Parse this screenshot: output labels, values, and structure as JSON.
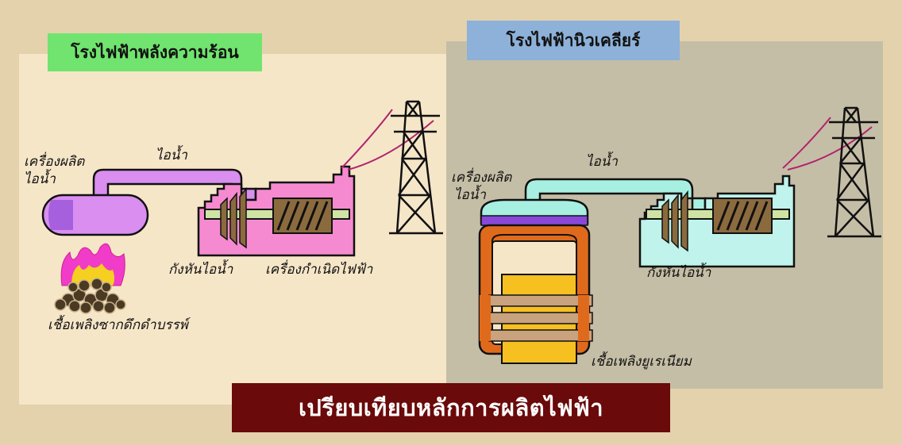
{
  "thermal": {
    "title": "โรงไฟฟ้าพลังความร้อน",
    "steam_label": "ไอน้ำ",
    "boiler_label_line1": "เครื่องผลิต",
    "boiler_label_line2": "ไอน้ำ",
    "turbine_label": "กังหันไอน้ำ",
    "generator_label": "เครื่องกำเนิดไฟฟ้า",
    "fuel_label": "เชื้อเพลิงซากดึกดำบรรพ์"
  },
  "nuclear": {
    "title": "โรงไฟฟ้านิวเคลียร์",
    "steam_label": "ไอน้ำ",
    "boiler_label_line1": "เครื่องผลิต",
    "boiler_label_line2": "ไอน้ำ",
    "turbine_label": "กังหันไอน้ำ",
    "fuel_label": "เชื้อเพลิงยูเรเนียม"
  },
  "main_title": "เปรียบเทียบหลักการผลิตไฟฟ้า",
  "colors": {
    "thermal_pipe": "#d98ef0",
    "thermal_building": "#f68ad0",
    "nuclear_pipe": "#a7efe1",
    "reactor": "#e06a1c",
    "fuel_rod": "#f5c020",
    "fire": "#f03cc8",
    "banner": "#6a0a0a"
  }
}
